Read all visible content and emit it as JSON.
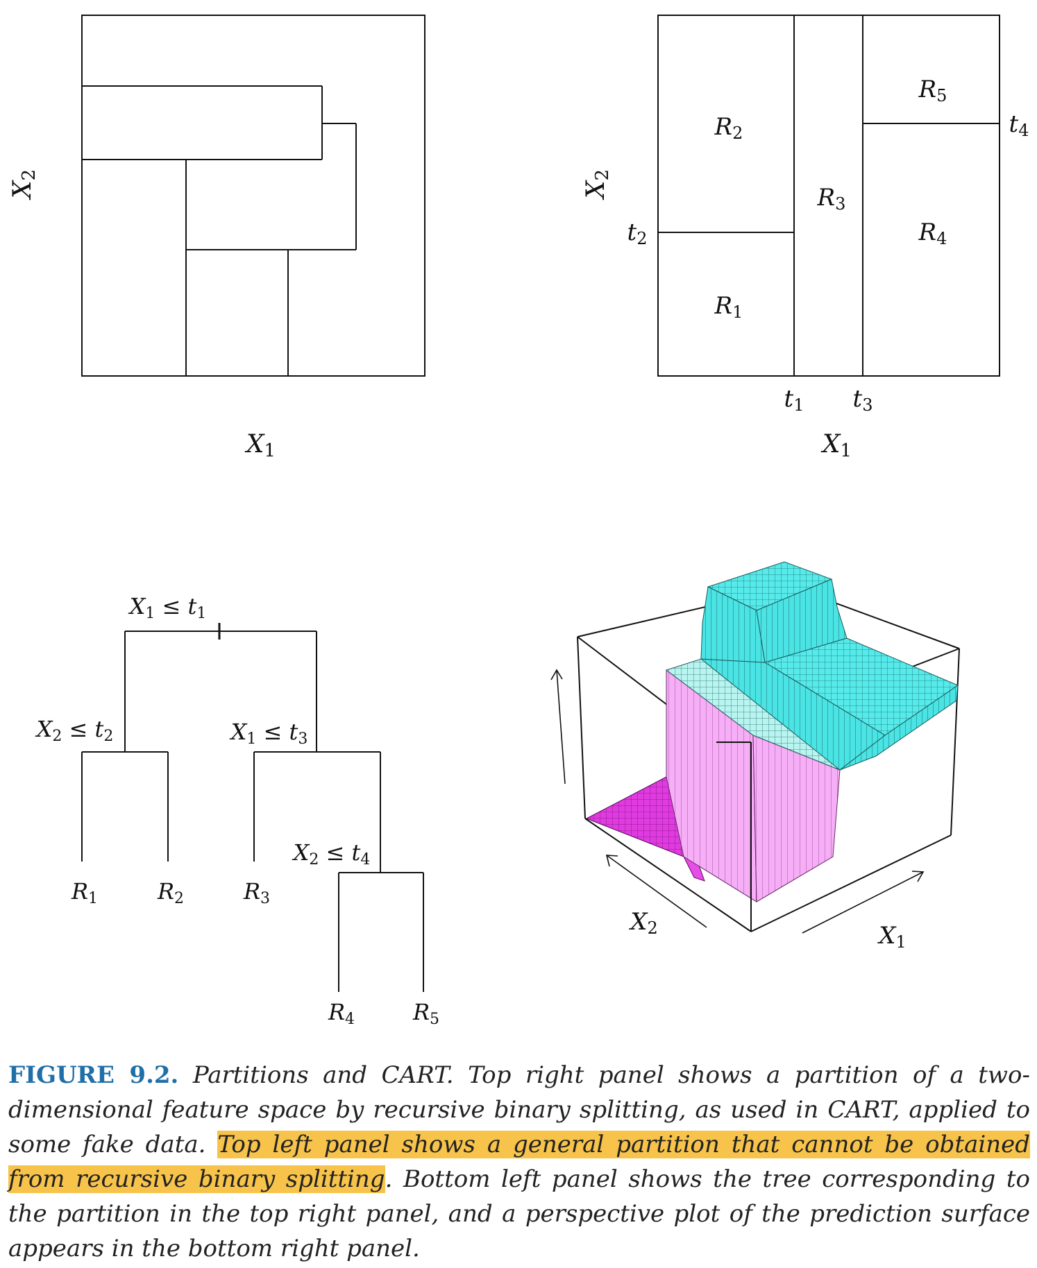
{
  "panels": {
    "top_left": {
      "xlabel": "X1",
      "ylabel": "X2"
    },
    "top_right": {
      "xlabel": "X1",
      "ylabel": "X2",
      "regions": [
        "R1",
        "R2",
        "R3",
        "R4",
        "R5"
      ],
      "thresholds": [
        "t1",
        "t2",
        "t3",
        "t4"
      ]
    },
    "bottom_left": {
      "nodes": [
        "X1 ≤ t1",
        "X2 ≤ t2",
        "X1 ≤ t3",
        "X2 ≤ t4"
      ],
      "leaves": [
        "R1",
        "R2",
        "R3",
        "R4",
        "R5"
      ]
    },
    "bottom_right": {
      "xlabel": "X1",
      "ylabel": "X2"
    }
  },
  "caption": {
    "label": "FIGURE 9.2.",
    "part1": "Partitions and CART. Top right panel shows a partition of a two-dimensional feature space by recursive binary splitting, as used in CART, applied to some fake data.",
    "highlight": "Top left panel shows a general partition that cannot be obtained from recursive binary splitting",
    "part2": ". Bottom left panel shows the tree corresponding to the partition in the top right panel, and a perspective plot of the prediction surface appears in the bottom right panel."
  },
  "colors": {
    "accent": "#1f6fa8",
    "highlight": "#f7c34a",
    "cyan": "#4fe8e8",
    "pink": "#f4a6f4",
    "magenta": "#e23ee2"
  }
}
